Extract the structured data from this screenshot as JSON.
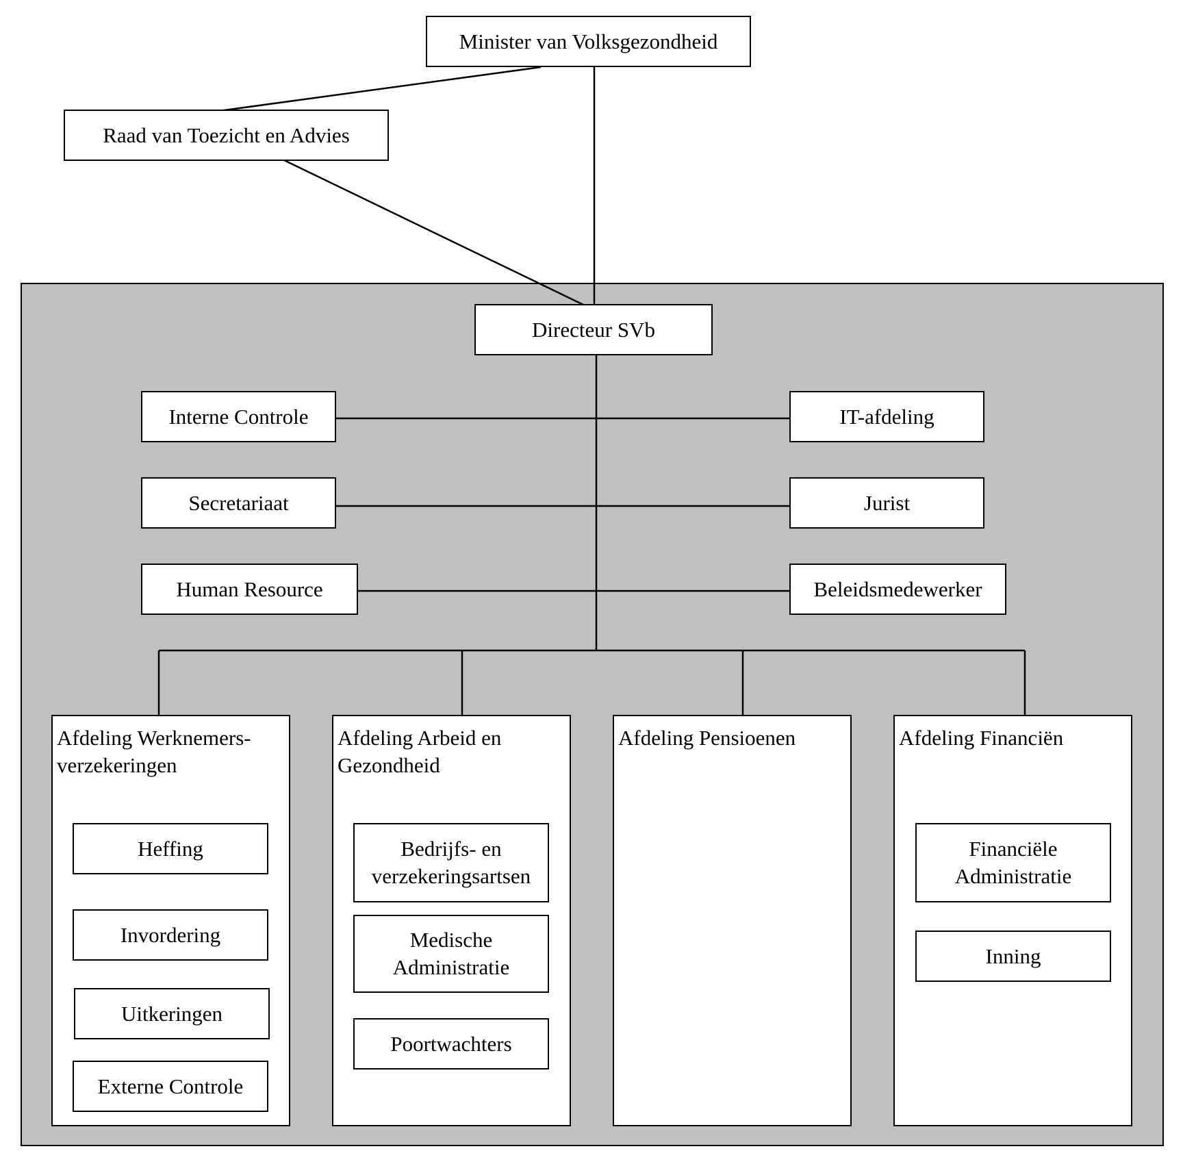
{
  "minister": "Minister van Volksgezondheid",
  "raad": "Raad van Toezicht en Advies",
  "directeur": "Directeur SVb",
  "staff_left": [
    "Interne Controle",
    "Secretariaat",
    "Human Resource"
  ],
  "staff_right": [
    "IT-afdeling",
    "Jurist",
    "Beleidsmedewerker"
  ],
  "departments": [
    {
      "title": "Afdeling Werknemers-\nverzekeringen",
      "units": [
        "Heffing",
        "Invordering",
        "Uitkeringen",
        "Externe Controle"
      ]
    },
    {
      "title": "Afdeling Arbeid en\nGezondheid",
      "units": [
        "Bedrijfs- en\nverzekeringsartsen",
        "Medische\nAdministratie",
        "Poortwachters"
      ]
    },
    {
      "title": "Afdeling Pensioenen",
      "units": []
    },
    {
      "title": "Afdeling Financiën",
      "units": [
        "Financiële\nAdministratie",
        "Inning"
      ]
    }
  ]
}
